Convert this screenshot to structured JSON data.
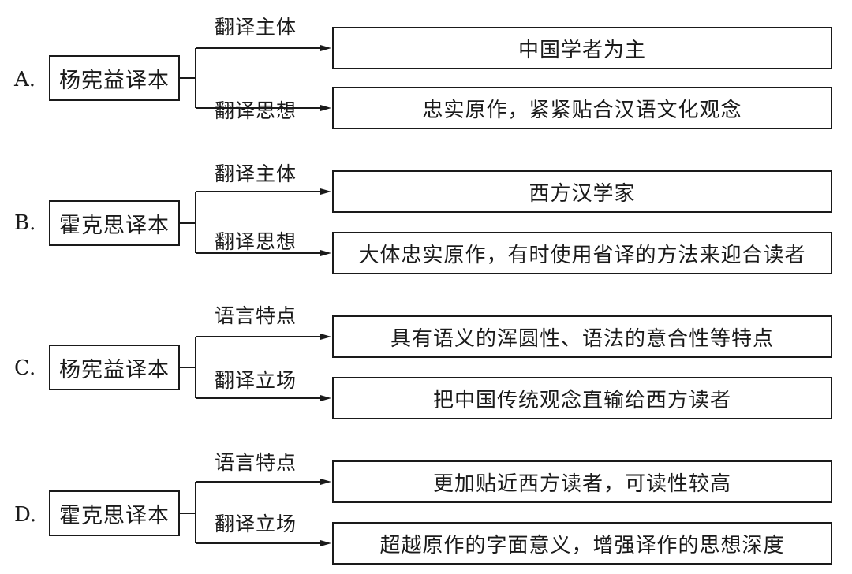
{
  "options": [
    {
      "letter": "A.",
      "source": "杨宪益译本",
      "branches": [
        {
          "label": "翻译主体",
          "target": "中国学者为主"
        },
        {
          "label": "翻译思想",
          "target": "忠实原作，紧紧贴合汉语文化观念"
        }
      ]
    },
    {
      "letter": "B.",
      "source": "霍克思译本",
      "branches": [
        {
          "label": "翻译主体",
          "target": "西方汉学家"
        },
        {
          "label": "翻译思想",
          "target": "大体忠实原作，有时使用省译的方法来迎合读者"
        }
      ]
    },
    {
      "letter": "C.",
      "source": "杨宪益译本",
      "branches": [
        {
          "label": "语言特点",
          "target": "具有语义的浑圆性、语法的意合性等特点"
        },
        {
          "label": "翻译立场",
          "target": "把中国传统观念直输给西方读者"
        }
      ]
    },
    {
      "letter": "D.",
      "source": "霍克思译本",
      "branches": [
        {
          "label": "语言特点",
          "target": "更加贴近西方读者，可读性较高"
        },
        {
          "label": "翻译立场",
          "target": "超越原作的字面意义，增强译作的思想深度"
        }
      ]
    }
  ]
}
